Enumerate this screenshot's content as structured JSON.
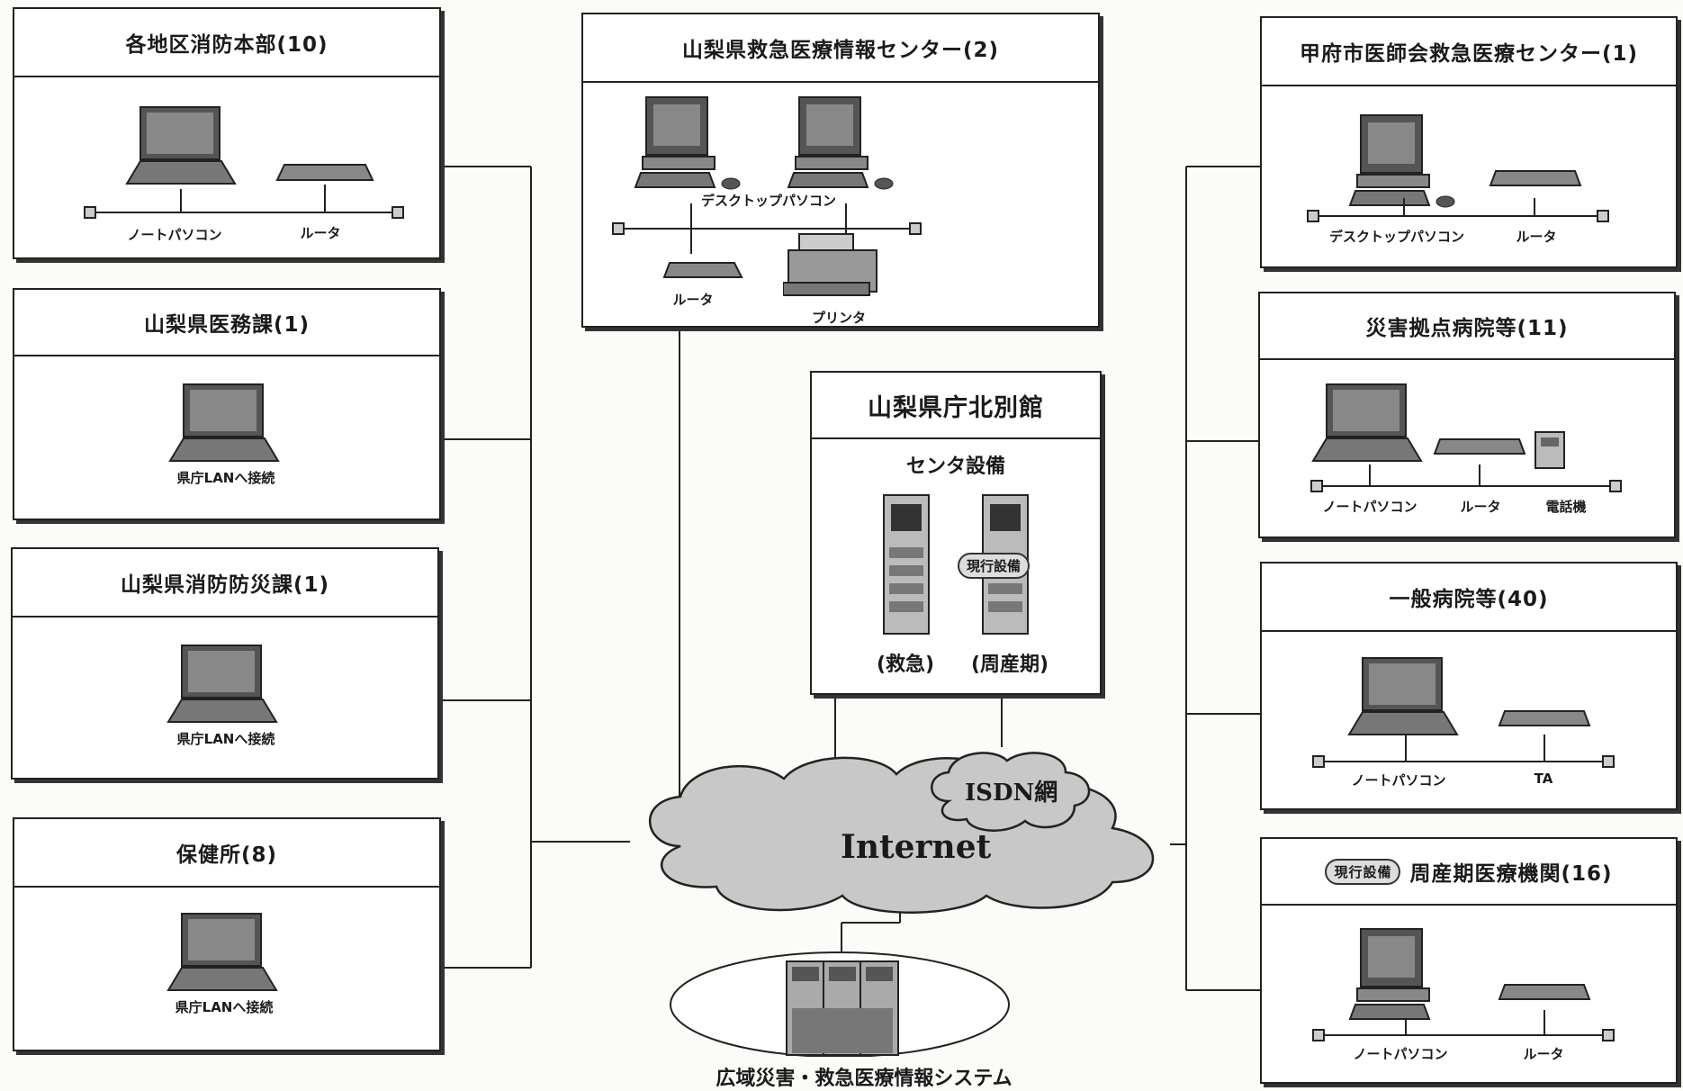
{
  "left_boxes": [
    {
      "title": "各地区消防本部(10)",
      "labels": [
        "ノートパソコン",
        "ルータ"
      ]
    },
    {
      "title": "山梨県医務課(1)",
      "labels": [
        "県庁LANへ接続"
      ]
    },
    {
      "title": "山梨県消防防災課(1)",
      "labels": [
        "県庁LANへ接続"
      ]
    },
    {
      "title": "保健所(8)",
      "labels": [
        "県庁LANへ接続"
      ]
    }
  ],
  "center_top": {
    "title": "山梨県救急医療情報センター(2)",
    "labels": [
      "デスクトップパソコン",
      "ルータ",
      "プリンタ"
    ]
  },
  "center_mid": {
    "title": "山梨県庁北別館",
    "subtitle": "センタ設備",
    "badge": "現行設備",
    "server_labels": [
      "(救急)",
      "(周産期)"
    ]
  },
  "right_boxes": [
    {
      "title": "甲府市医師会救急医療センター(1)",
      "labels": [
        "デスクトップパソコン",
        "ルータ"
      ]
    },
    {
      "title": "災害拠点病院等(11)",
      "labels": [
        "ノートパソコン",
        "ルータ",
        "電話機"
      ]
    },
    {
      "title": "一般病院等(40)",
      "labels": [
        "ノートパソコン",
        "TA"
      ]
    },
    {
      "title": "周産期医療機関(16)",
      "badge": "現行設備",
      "labels": [
        "ノートパソコン",
        "ルータ"
      ]
    }
  ],
  "clouds": {
    "internet": "Internet",
    "isdn": "ISDN網"
  },
  "bottom": {
    "caption": "広域災害・救急医療情報システム"
  }
}
